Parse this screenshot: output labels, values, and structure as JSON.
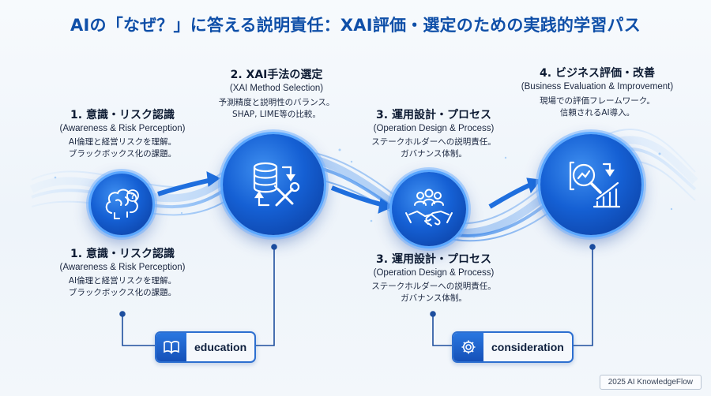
{
  "title": "AIの「なぜ？」に答える説明責任：XAI評価・選定のための実践的学習パス",
  "steps": {
    "s1_top": {
      "heading": "1. 意識・リスク認識",
      "english": "(Awareness & Risk Perception)",
      "desc1": "AI倫理と経営リスクを理解。",
      "desc2": "ブラックボックス化の課題。"
    },
    "s1_bottom": {
      "heading": "1. 意識・リスク認識",
      "english": "(Awareness & Risk Perception)",
      "desc1": "AI倫理と経営リスクを理解。",
      "desc2": "ブラックボックス化の課題。"
    },
    "s2": {
      "heading": "2. XAI手法の選定",
      "english": "(XAI Method Selection)",
      "desc1": "予測精度と説明性のバランス。",
      "desc2": "SHAP, LIME等の比較。"
    },
    "s3_top": {
      "heading": "3. 運用設計・プロセス",
      "english": "(Operation Design & Process)",
      "desc1": "ステークホルダーへの説明責任。",
      "desc2": "ガバナンス体制。"
    },
    "s3_bottom": {
      "heading": "3. 運用設計・プロセス",
      "english": "(Operation Design & Process)",
      "desc1": "ステークホルダーへの説明責任。",
      "desc2": "ガバナンス体制。"
    },
    "s4": {
      "heading": "4. ビジネス評価・改善",
      "english": "(Business Evaluation & Improvement)",
      "desc1": "現場での評価フレームワーク。",
      "desc2": "信頼されるAI導入。"
    }
  },
  "tags": {
    "education": "education",
    "consideration": "consideration"
  },
  "icons": [
    "brain-icon",
    "database-tools-icon",
    "handshake-team-icon",
    "magnifier-chart-icon",
    "book-icon",
    "gear-icon"
  ],
  "footer": "2025 AI KnowledgeFlow",
  "colors": {
    "title": "#0f4fa8",
    "node": "#1560d4",
    "accent": "#5aa7ff"
  }
}
